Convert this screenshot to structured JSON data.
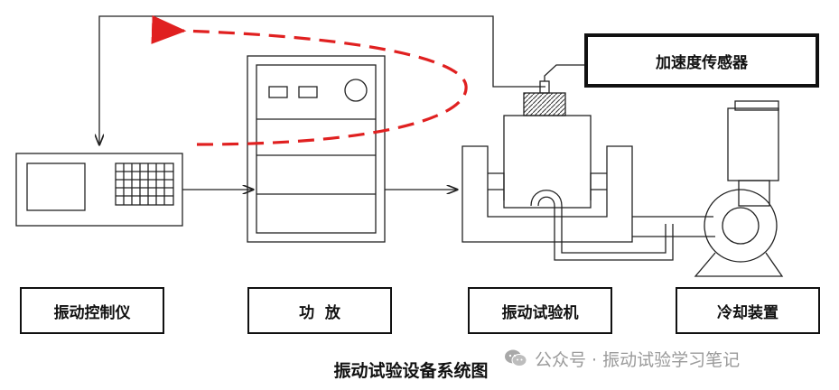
{
  "labels": {
    "controller": "振动控制仪",
    "amplifier": "功  放",
    "shaker": "振动试验机",
    "cooling": "冷却装置",
    "sensor": "加速度传感器"
  },
  "caption": "振动试验设备系统图",
  "watermark": "公众号 · 振动试验学习笔记",
  "colors": {
    "line": "#222222",
    "dashed_loop": "#e02020",
    "watermark": "#9a9a9a"
  }
}
